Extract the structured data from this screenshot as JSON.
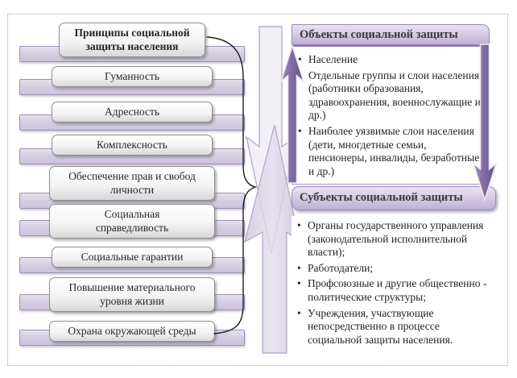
{
  "diagram_title": "Принципы социальной защиты населения",
  "glyphs": {
    "bullet": "•"
  },
  "colors": {
    "bar_fill": "#d6cee2",
    "bar_border": "#9b90af",
    "box_fill": "#f0f0f0",
    "box_border": "#8f8f8f",
    "header_fill": "#d2c7e3",
    "header_border": "#9a88ba",
    "arrow_purple": "#7e6ba1",
    "connector_black": "#1c1c1c",
    "middle_shape_fill": "#dcd4e7"
  },
  "left": {
    "items": [
      {
        "label": "Принципы социальной\nзащиты населения"
      },
      {
        "label": "Гуманность"
      },
      {
        "label": "Адресность"
      },
      {
        "label": "Комплексность"
      },
      {
        "label": "Обеспечение прав и свобод\nличности"
      },
      {
        "label": "Социальная\nсправедливость"
      },
      {
        "label": "Социальные гарантии"
      },
      {
        "label": "Повышение материального\nуровня жизни"
      },
      {
        "label": "Охрана окружающей среды"
      }
    ]
  },
  "panels": {
    "objects": {
      "title": "Объекты социальной защиты",
      "bullets": [
        "Население",
        "Отдельные группы и слои населения (работники образования, здравоохранения, военнослужащие и др.)",
        "Наиболее уязвимые слои населения (дети, многдетные семьи, пенсионеры, инвалиды, безработные и др.)"
      ]
    },
    "subjects": {
      "title": "Субъекты социальной защиты",
      "bullets": [
        "Органы государственного управления (законодательной исполнительной власти);",
        "Работодатели;",
        "Профсоюзные и другие общественно - политические структуры;",
        "Учреждения, участвующие непосредственно в процессе социальной защиты населения."
      ]
    }
  }
}
